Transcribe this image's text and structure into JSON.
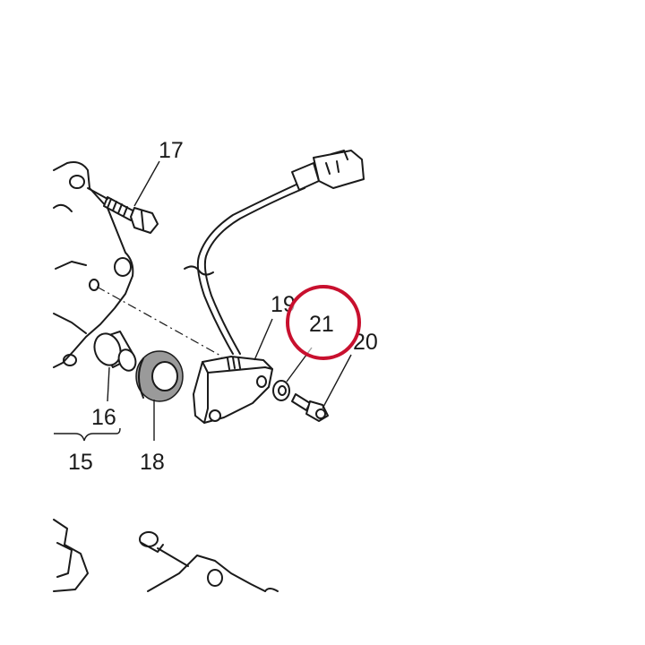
{
  "callouts": {
    "c15": "15",
    "c16": "16",
    "c17": "17",
    "c18": "18",
    "c19": "19",
    "c20": "20",
    "c21": "21"
  },
  "highlight": {
    "ring_color": "#c8102e",
    "highlighted_callout": "21"
  }
}
